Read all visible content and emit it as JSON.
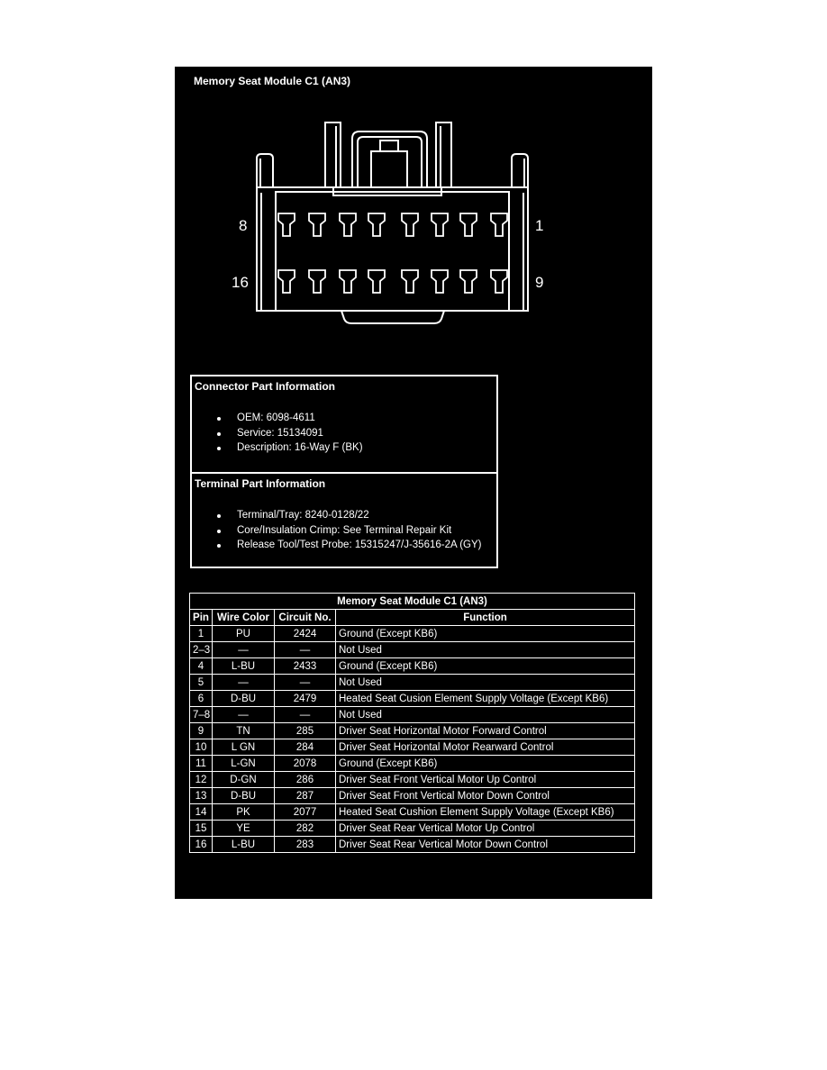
{
  "panel": {
    "title": "Memory Seat Module C1 (AN3)",
    "diagram": {
      "top_left_label": "8",
      "top_right_label": "1",
      "bottom_left_label": "16",
      "bottom_right_label": "9"
    }
  },
  "connector_info": {
    "heading": "Connector Part Information",
    "items": [
      "OEM: 6098-4611",
      "Service: 15134091",
      "Description: 16-Way F (BK)"
    ]
  },
  "terminal_info": {
    "heading": "Terminal Part Information",
    "items": [
      "Terminal/Tray: 8240-0128/22",
      "Core/Insulation Crimp: See Terminal Repair Kit",
      "Release Tool/Test Probe: 15315247/J-35616-2A (GY)"
    ]
  },
  "pin_table": {
    "title": "Memory Seat Module C1 (AN3)",
    "columns": [
      "Pin",
      "Wire Color",
      "Circuit No.",
      "Function"
    ],
    "rows": [
      {
        "pin": "1",
        "color": "PU",
        "circuit": "2424",
        "function": "Ground (Except KB6)"
      },
      {
        "pin": "2–3",
        "color": "—",
        "circuit": "—",
        "function": "Not Used"
      },
      {
        "pin": "4",
        "color": "L-BU",
        "circuit": "2433",
        "function": "Ground (Except KB6)"
      },
      {
        "pin": "5",
        "color": "—",
        "circuit": "—",
        "function": "Not Used"
      },
      {
        "pin": "6",
        "color": "D-BU",
        "circuit": "2479",
        "function": "Heated Seat Cusion Element Supply Voltage (Except KB6)"
      },
      {
        "pin": "7–8",
        "color": "—",
        "circuit": "—",
        "function": "Not Used"
      },
      {
        "pin": "9",
        "color": "TN",
        "circuit": "285",
        "function": "Driver Seat Horizontal Motor Forward Control"
      },
      {
        "pin": "10",
        "color": "L GN",
        "circuit": "284",
        "function": "Driver Seat Horizontal Motor Rearward Control"
      },
      {
        "pin": "11",
        "color": "L-GN",
        "circuit": "2078",
        "function": "Ground (Except KB6)"
      },
      {
        "pin": "12",
        "color": "D-GN",
        "circuit": "286",
        "function": "Driver Seat Front Vertical Motor Up Control"
      },
      {
        "pin": "13",
        "color": "D-BU",
        "circuit": "287",
        "function": "Driver Seat Front Vertical Motor Down Control"
      },
      {
        "pin": "14",
        "color": "PK",
        "circuit": "2077",
        "function": "Heated Seat Cushion Element Supply Voltage (Except KB6)"
      },
      {
        "pin": "15",
        "color": "YE",
        "circuit": "282",
        "function": "Driver Seat Rear Vertical Motor Up Control"
      },
      {
        "pin": "16",
        "color": "L-BU",
        "circuit": "283",
        "function": "Driver Seat Rear Vertical Motor Down Control"
      }
    ]
  }
}
